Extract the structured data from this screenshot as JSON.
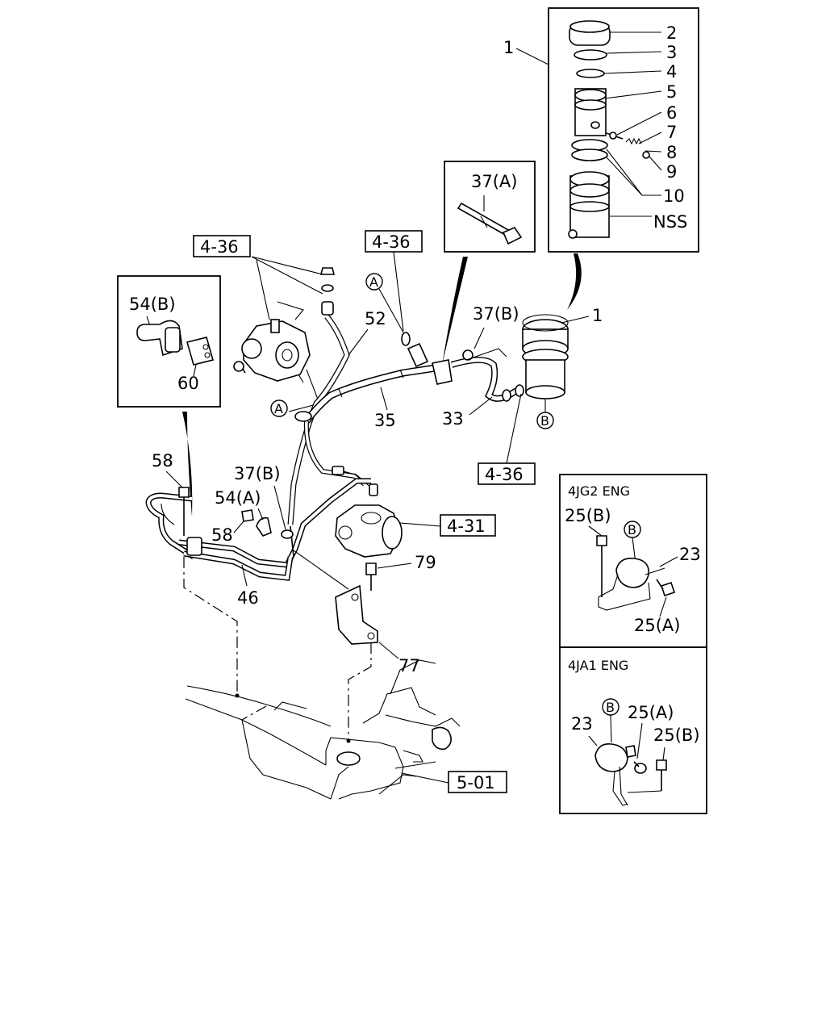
{
  "callouts": {
    "p1_top": "1",
    "p2": "2",
    "p3": "3",
    "p4": "4",
    "p5": "5",
    "p6": "6",
    "p7": "7",
    "p8": "8",
    "p9": "9",
    "p10": "10",
    "nss": "NSS",
    "p37a": "37(A)",
    "p37b_top": "37(B)",
    "p1_tank": "1",
    "p52": "52",
    "p35": "35",
    "p33": "33",
    "p54b": "54(B)",
    "p60": "60",
    "p58_top": "58",
    "p37b_mid": "37(B)",
    "p54a": "54(A)",
    "p58_mid": "58",
    "p79": "79",
    "p46": "46",
    "p77": "77"
  },
  "refs": {
    "r436_pump": "4-36",
    "r436_mid": "4-36",
    "r436_tank": "4-36",
    "r431": "4-31",
    "r501": "5-01"
  },
  "circle_marks": {
    "a_top": "A",
    "a_pump": "A",
    "b_tank": "B",
    "b_4jg2": "B",
    "b_4ja1": "B"
  },
  "panel_4jg2": {
    "title": "4JG2 ENG",
    "p25b": "25(B)",
    "p23": "23",
    "p25a": "25(A)"
  },
  "panel_4ja1": {
    "title": "4JA1 ENG",
    "p25a": "25(A)",
    "p23": "23",
    "p25b": "25(B)"
  }
}
